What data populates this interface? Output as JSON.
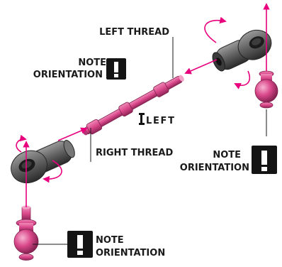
{
  "labels": {
    "left_thread": "LEFT THREAD",
    "right_thread": "RIGHT THREAD",
    "left_marker": "LEFT",
    "note_top": [
      "NOTE",
      "ORIENTATION"
    ],
    "note_right": [
      "NOTE",
      "ORIENTATION"
    ],
    "note_bottom": [
      "NOTE",
      "ORIENTATION"
    ]
  },
  "icons": {
    "warning": "exclamation-box-icon",
    "left_marker": "left-thread-marker-icon",
    "rotation": "curved-arrow-icon"
  },
  "colors": {
    "part_pink": "#d9478a",
    "part_pink_dark": "#9c2a5e",
    "rod_end_gray": "#5f5f5f",
    "rod_end_dark": "#2f2f2f",
    "arrow_magenta": "#e8007d",
    "line_black": "#1a1a1a",
    "warning_box": "#141414"
  }
}
